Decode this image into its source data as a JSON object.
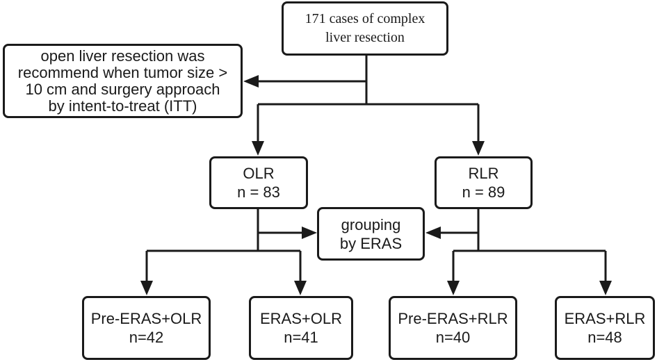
{
  "nodes": {
    "total": {
      "lines": [
        "171 cases of complex",
        "liver resection"
      ]
    },
    "criteria": {
      "lines": [
        "open liver resection was",
        "recommend when tumor size >",
        "10 cm and surgery approach",
        "by intent-to-treat (ITT)"
      ]
    },
    "olr": {
      "lines": [
        "OLR",
        "n = 83"
      ]
    },
    "rlr": {
      "lines": [
        "RLR",
        "n = 89"
      ]
    },
    "grouping": {
      "lines": [
        "grouping",
        "by ERAS"
      ]
    },
    "pre_eras_olr": {
      "lines": [
        "Pre-ERAS+OLR",
        "n=42"
      ]
    },
    "eras_olr": {
      "lines": [
        "ERAS+OLR",
        "n=41"
      ]
    },
    "pre_eras_rlr": {
      "lines": [
        "Pre-ERAS+RLR",
        "n=40"
      ]
    },
    "eras_rlr": {
      "lines": [
        "ERAS+RLR",
        "n=48"
      ]
    }
  },
  "edges": [
    {
      "from": "total",
      "to": "criteria"
    },
    {
      "from": "total",
      "to": "olr"
    },
    {
      "from": "total",
      "to": "rlr"
    },
    {
      "from": "olr",
      "to": "grouping"
    },
    {
      "from": "rlr",
      "to": "grouping"
    },
    {
      "from": "olr",
      "to": "pre_eras_olr"
    },
    {
      "from": "olr",
      "to": "eras_olr"
    },
    {
      "from": "rlr",
      "to": "pre_eras_rlr"
    },
    {
      "from": "rlr",
      "to": "eras_rlr"
    }
  ]
}
